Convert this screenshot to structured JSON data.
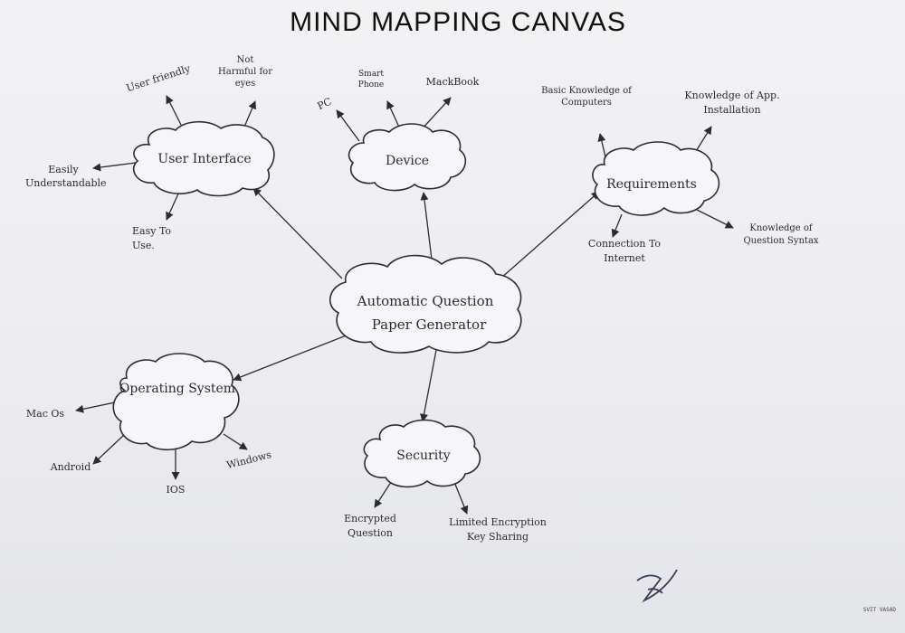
{
  "title": "MIND MAPPING CANVAS",
  "center": {
    "line1": "Automatic Question",
    "line2": "Paper Generator"
  },
  "nodes": [
    {
      "id": "user-interface",
      "label": "User Interface",
      "leaves": [
        "User friendly",
        "Not Harmful for eyes",
        "Easily Understandable",
        "Easy To Use."
      ]
    },
    {
      "id": "device",
      "label": "Device",
      "leaves": [
        "PC",
        "Smart Phone",
        "MackBook"
      ]
    },
    {
      "id": "requirements",
      "label": "Requirements",
      "leaves": [
        "Basic Knowledge of Computers",
        "Knowledge of App. Installation",
        "Knowledge of Question Syntax",
        "Connection To Internet"
      ]
    },
    {
      "id": "operating-system",
      "label": "Operating System",
      "leaves": [
        "Mac Os",
        "Android",
        "IOS",
        "Windows"
      ]
    },
    {
      "id": "security",
      "label": "Security",
      "leaves": [
        "Encrypted Question",
        "Limited Encryption Key Sharing"
      ]
    }
  ],
  "corner_stamp": "SVIT VASAD"
}
